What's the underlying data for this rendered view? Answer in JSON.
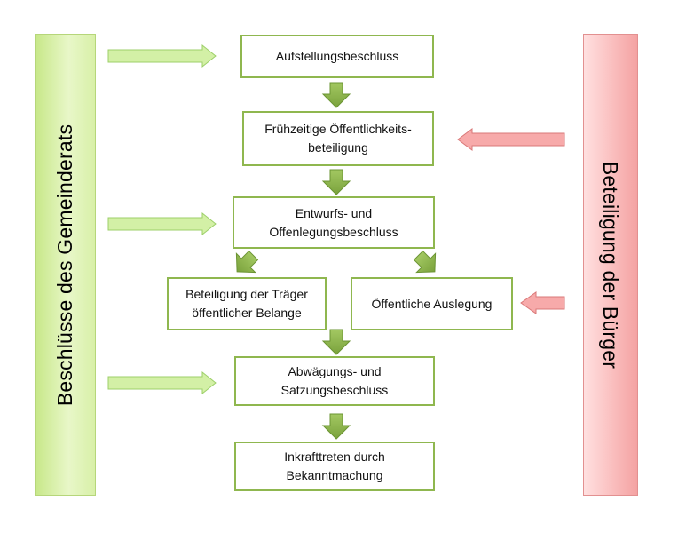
{
  "left_bar": {
    "label": "Beschlüsse des Gemeinderats"
  },
  "right_bar": {
    "label": "Beteiligung der Bürger"
  },
  "steps": {
    "aufstellung": "Aufstellungsbeschluss",
    "fruehzeitig": "Frühzeitige Öffentlichkeits-\nbeteiligung",
    "entwurf": "Entwurfs- und\nOffenlegungsbeschluss",
    "traeger": "Beteiligung der Träger\nöffentlicher Belange",
    "auslegung": "Öffentliche Auslegung",
    "abwaegung": "Abwägungs- und\nSatzungsbeschluss",
    "inkraft": "Inkrafttreten durch\nBekanntmachung"
  },
  "colors": {
    "green_box_border": "#8fb74f",
    "green_down_arrow": "#8db14a",
    "green_side_arrow": "#d3f0a6",
    "red_side_arrow": "#f7aaaa",
    "left_bar": "#d8f0a8",
    "right_bar": "#f4a2a2"
  }
}
